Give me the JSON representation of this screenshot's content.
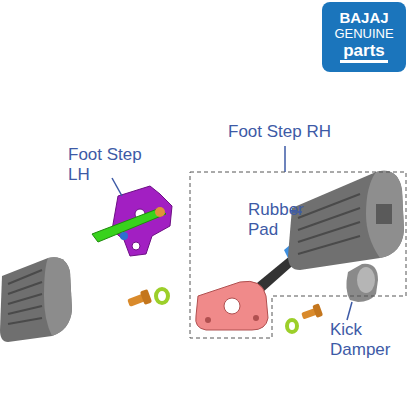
{
  "diagram": {
    "nodes": [
      {
        "text": [
          "BAJAJ",
          "GENUINE",
          "parts"
        ]
      },
      {
        "text": [
          "Foot Step RH"
        ]
      }
    ],
    "labels": [
      "Foot Step LH",
      "Rubber Pad",
      "Kick Damper"
    ]
  }
}
